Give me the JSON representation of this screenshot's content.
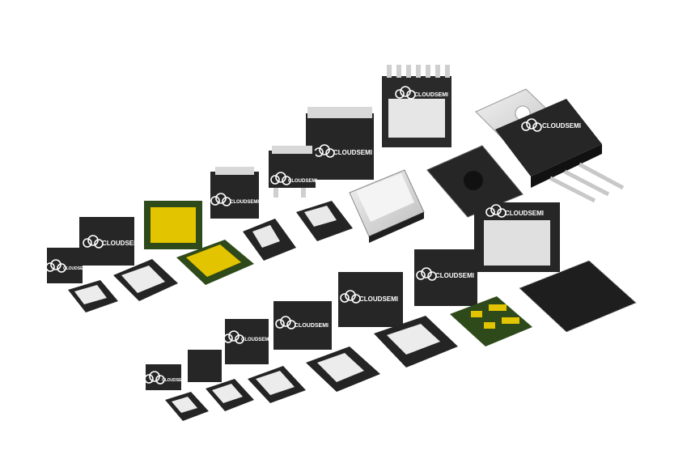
{
  "brand": {
    "name": "CLOUDSEMI",
    "logo_icon": "cloud-logo-icon"
  },
  "colors": {
    "background": "#ffffff",
    "package_body": "#1f1f1f",
    "package_top": "#2c2c2c",
    "metal_pad": "#dcdcdc",
    "gold_pad": "#e2c400",
    "green_substrate": "#3a6b1e"
  },
  "logo_labels": [
    "CLOUDSEMI",
    "CLOUDSEMI",
    "CLOUDSEMI",
    "CLOUDSEMI",
    "CLOUDSEMI",
    "CLOUDSEMI",
    "CLOUDSEMI",
    "CLOUDSEMI",
    "CLOUDSEMI",
    "CLOUDSEMI",
    "CLOUDSEMI",
    "CLOUDSEMI",
    "CLOUDSEMI"
  ]
}
